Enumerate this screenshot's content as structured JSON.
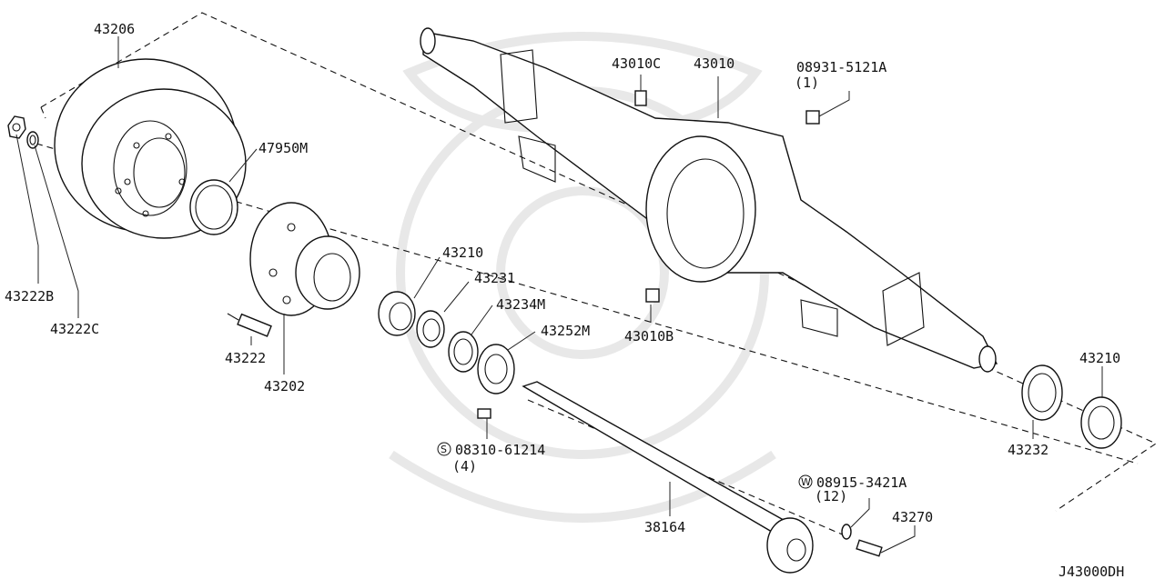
{
  "diagram": {
    "code": "J43000DH",
    "parts": {
      "p43206": "43206",
      "p47950M": "47950M",
      "p43222B": "43222B",
      "p43222C": "43222C",
      "p43222": "43222",
      "p43202": "43202",
      "p43210_left": "43210",
      "p43231": "43231",
      "p43234M": "43234M",
      "p43252M": "43252M",
      "p43010C": "43010C",
      "p43010": "43010",
      "p08931": "08931-5121A",
      "p08931_qty": "(1)",
      "p43010B": "43010B",
      "p08310_symbol": "S",
      "p08310": "08310-61214",
      "p08310_qty": "(4)",
      "p08915_symbol": "W",
      "p08915": "08915-3421A",
      "p08915_qty": "(12)",
      "p38164": "38164",
      "p43270": "43270",
      "p43232": "43232",
      "p43210_right": "43210"
    }
  }
}
